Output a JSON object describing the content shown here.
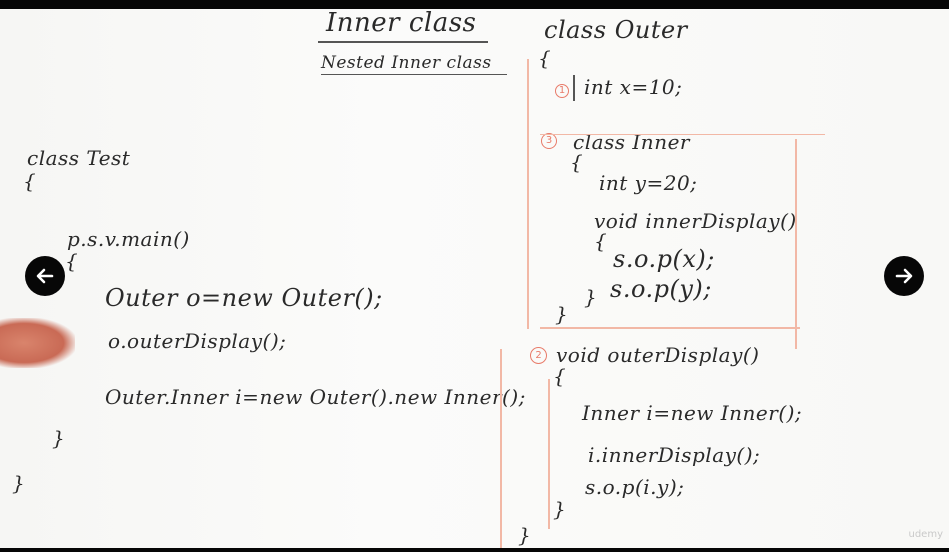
{
  "board": {
    "title": "Inner class",
    "subtitle": "Nested Inner class",
    "left_code": [
      "class Test",
      "{",
      "p.s.v.main()",
      "{",
      "Outer o=new Outer();",
      "o.outerDisplay();",
      "Outer.Inner i=new Outer().new Inner();",
      "}",
      "}"
    ],
    "right_code": [
      "class Outer",
      "{",
      "int x=10;",
      "class Inner",
      "{",
      "int y=20;",
      "void innerDisplay()",
      "{",
      "s.o.p(x);",
      "s.o.p(y);",
      "}",
      "}",
      "void outerDisplay()",
      "{",
      "Inner i=new Inner();",
      "i.innerDisplay();",
      "s.o.p(i.y);",
      "}",
      "}"
    ],
    "markers": [
      "1",
      "3",
      "2"
    ]
  },
  "nav": {
    "prev": "previous-slide",
    "next": "next-slide"
  },
  "watermark": "udemy",
  "colors": {
    "marker_orange": "#e87b6a",
    "bar": "#060606",
    "button": "#070707"
  }
}
